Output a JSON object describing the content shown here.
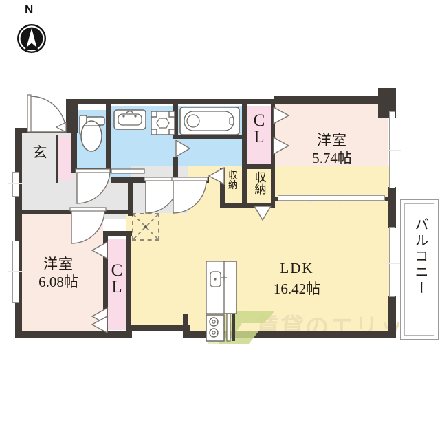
{
  "compass": {
    "north_label": "N",
    "icon": "compass-north-arrow"
  },
  "rooms": [
    {
      "key": "entrance",
      "name": "玄",
      "size": "",
      "color": "#e6e6e6"
    },
    {
      "key": "bedroom_w",
      "name": "洋室",
      "size": "6.08帖",
      "color": "#fbeae2"
    },
    {
      "key": "bedroom_n",
      "name": "洋室",
      "size": "5.74帖",
      "color": "#fbeae2"
    },
    {
      "key": "ldk",
      "name": "LDK",
      "size": "16.42帖",
      "color": "#fcefc0"
    },
    {
      "key": "bath",
      "name": "",
      "size": "",
      "color": "#bde1f7"
    },
    {
      "key": "toilet",
      "name": "",
      "size": "",
      "color": "#bde1f7"
    }
  ],
  "closets": [
    {
      "key": "cl_north",
      "label": "CL",
      "color": "#f9dce8"
    },
    {
      "key": "cl_west",
      "label": "CL",
      "color": "#f9dce8"
    },
    {
      "key": "sn_left",
      "label": "収納",
      "color": "#f9dce8"
    },
    {
      "key": "sn_right",
      "label": "収納",
      "color": "#f9dce8"
    },
    {
      "key": "shoebox",
      "label": "",
      "color": "#f9dce8"
    }
  ],
  "balcony": {
    "label": "バルコニー"
  },
  "fixtures": [
    {
      "key": "toilet-fixture",
      "name": "toilet"
    },
    {
      "key": "washbasin-fixture",
      "name": "wash-basin"
    },
    {
      "key": "washer-space",
      "name": "washing-machine-space"
    },
    {
      "key": "bathtub-fixture",
      "name": "bathtub"
    },
    {
      "key": "kitchen-sink-fixture",
      "name": "kitchen-sink"
    },
    {
      "key": "stove-fixture",
      "name": "gas-stove-two-burner"
    },
    {
      "key": "ceiling-hatch",
      "name": "dashed-square-symbol"
    }
  ],
  "watermark": {
    "text": "賃貸のエリッツ",
    "logo": "e-mark-logo",
    "color": "#ede0b4",
    "logo_color": "#cbd98a"
  },
  "colors": {
    "wall": "#413c38",
    "bedroom": "#fbeae2",
    "ldk": "#fcefc0",
    "closet": "#f9dce8",
    "water": "#bde1f7",
    "entrance": "#e6e6e6",
    "hall": "#e6e6e6",
    "text": "#211c18"
  }
}
